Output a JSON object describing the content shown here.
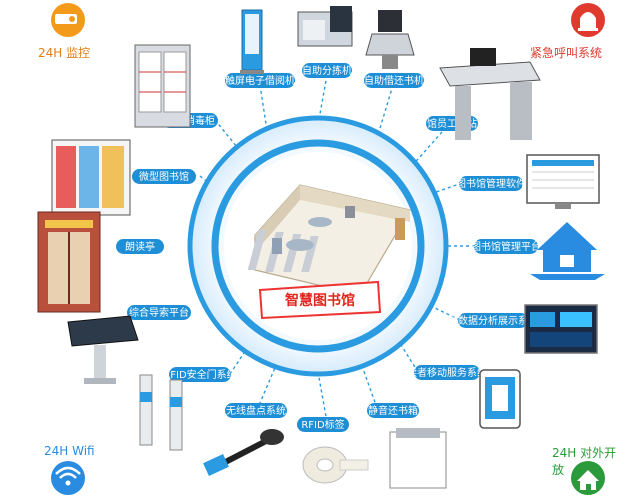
{
  "center": {
    "title": "智慧图书馆"
  },
  "corners": {
    "top_left": "24H 监控",
    "top_right": "紧急呼叫系统",
    "bottom_left": "24H Wifi",
    "bottom_right": "24H 对外开放"
  },
  "nodes": {
    "touch_reader": "触屏电子借阅机",
    "sorter": "自助分拣机",
    "self_checkout": "自助借还书机",
    "staff_station": "馆员工作站",
    "mgmt_software": "图书馆管理软件",
    "mgmt_platform": "图书馆管理平台",
    "bigdata": "大数据分析展示系统",
    "mobile": "读者移动服务系统",
    "return_box": "静音还书箱",
    "rfid_tag": "RFID标签",
    "inventory": "无线盘点系统",
    "gate": "RFID安全门系统",
    "kiosk": "综合导索平台",
    "reading_booth": "朗读亭",
    "mini_library": "微型图书馆",
    "disinfect": "图书消毒柜"
  },
  "colors": {
    "accent": "#1e8fd6",
    "ring": "#2a9be0",
    "alarm": "#e03a2e",
    "open": "#2a9a3a",
    "corner_text": "#e07f1a"
  }
}
